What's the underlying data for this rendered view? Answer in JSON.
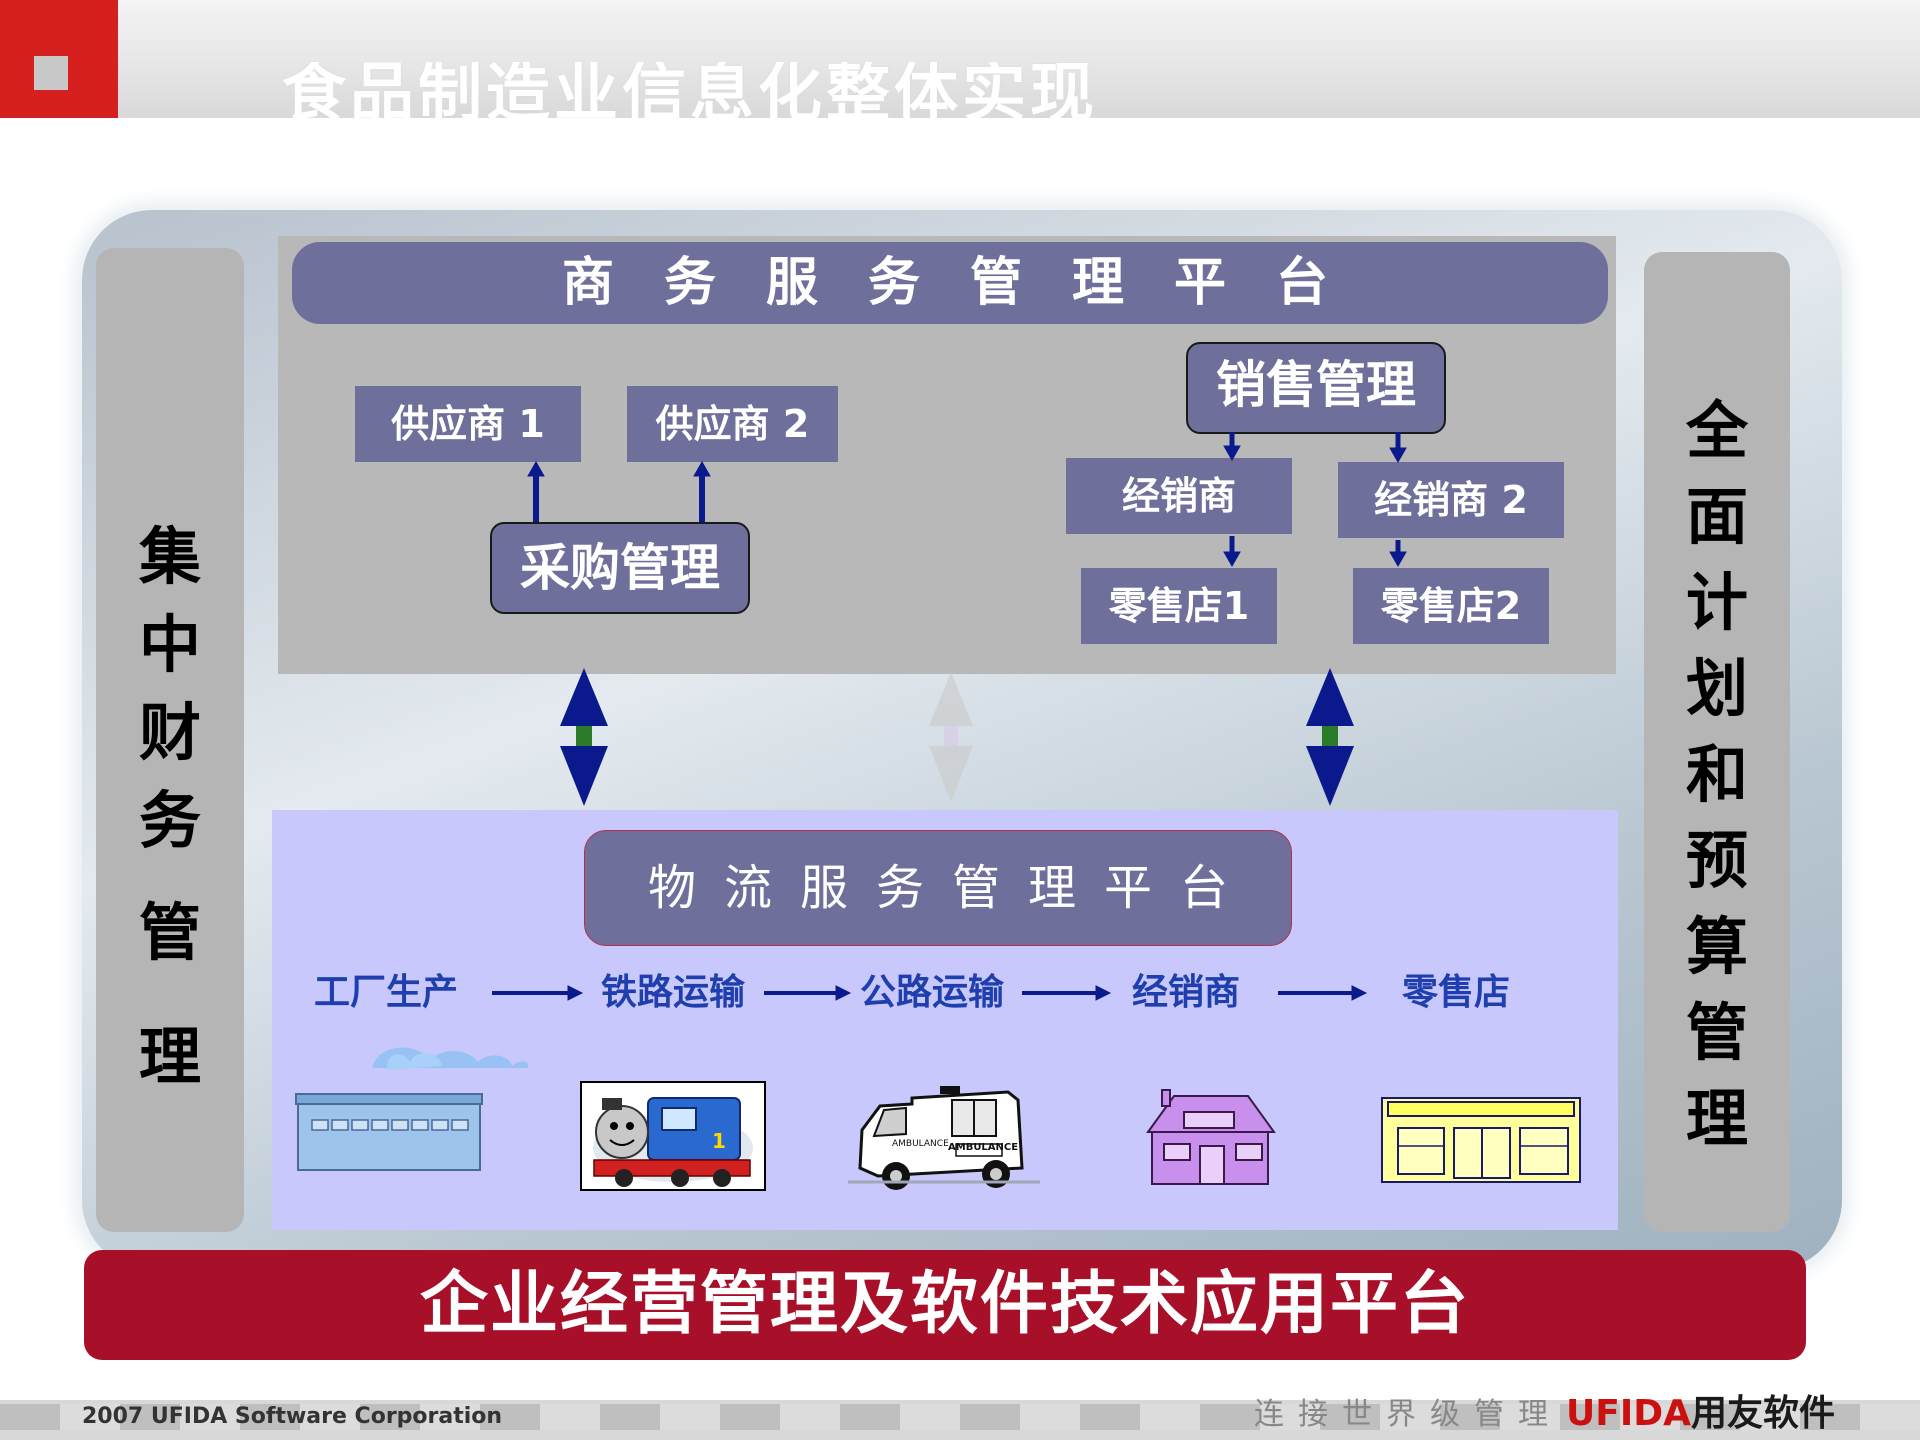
{
  "header": {
    "title": "食品制造业信息化整体实现"
  },
  "left_panel": {
    "chars": [
      "集",
      "中",
      "财",
      "务",
      "管",
      "理"
    ]
  },
  "right_panel": {
    "chars": [
      "全",
      "面",
      "计",
      "划",
      "和",
      "预",
      "算",
      "管",
      "理"
    ]
  },
  "business": {
    "title": "商务服务管理平台",
    "purchase": "采购管理",
    "suppliers": [
      "供应商 1",
      "供应商 2"
    ],
    "sales": "销售管理",
    "dealers": [
      "经销商",
      "经销商 2"
    ],
    "retailers": [
      "零售店1",
      "零售店2"
    ]
  },
  "logistics": {
    "title": "物流服务管理平台",
    "steps": [
      "工厂生产",
      "铁路运输",
      "公路运输",
      "经销商",
      "零售店"
    ]
  },
  "bottom_banner": "企业经营管理及软件技术应用平台",
  "footer": {
    "copyright": "2007 UFIDA Software Corporation",
    "slogan": "连接世界级管理",
    "brand_en": "UFIDA",
    "brand_cn": "用友软件"
  },
  "colors": {
    "panel": "#6f6f9c",
    "logistics_bg": "#c8c8fc",
    "banner": "#a8102a",
    "arrow": "#0a1a8c"
  }
}
